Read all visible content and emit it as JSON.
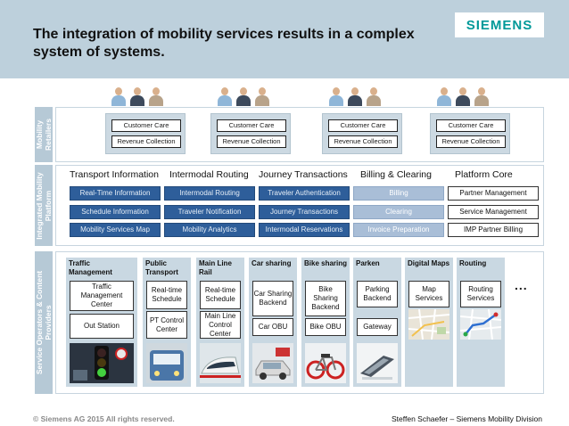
{
  "title": "The integration of mobility services results in a complex system of systems.",
  "brand": "SIEMENS",
  "side_labels": {
    "retailers": "Mobility Retailers",
    "platform": "Integrated Mobility Platform",
    "providers": "Service Operators & Content Providers"
  },
  "retailers": [
    {
      "customer_care": "Customer Care",
      "revenue_collection": "Revenue Collection"
    },
    {
      "customer_care": "Customer Care",
      "revenue_collection": "Revenue Collection"
    },
    {
      "customer_care": "Customer Care",
      "revenue_collection": "Revenue Collection"
    },
    {
      "customer_care": "Customer Care",
      "revenue_collection": "Revenue Collection"
    }
  ],
  "platform": {
    "columns": [
      {
        "heading": "Transport Information",
        "items": [
          "Real-Time Information",
          "Schedule Information",
          "Mobility Services Map"
        ]
      },
      {
        "heading": "Intermodal Routing",
        "items": [
          "Intermodal Routing",
          "Traveler Notification",
          "Mobility Analytics"
        ]
      },
      {
        "heading": "Journey Transactions",
        "items": [
          "Traveler Authentication",
          "Journey Transactions",
          "Intermodal Reservations"
        ]
      },
      {
        "heading": "Billing & Clearing",
        "items": [
          "Billing",
          "Clearing",
          "Invoice Preparation"
        ]
      },
      {
        "heading": "Platform Core",
        "items": [
          "Partner Management",
          "Service Management",
          "IMP Partner Billing"
        ]
      }
    ]
  },
  "providers": [
    {
      "title": "Traffic Management",
      "boxes": [
        "Traffic Management Center",
        "Out Station"
      ]
    },
    {
      "title": "Public Transport",
      "boxes": [
        "Real-time Schedule",
        "PT Control Center"
      ]
    },
    {
      "title": "Main Line Rail",
      "boxes": [
        "Real-time Schedule",
        "Main Line Control Center"
      ]
    },
    {
      "title": "Car sharing",
      "boxes": [
        "Car Sharing Backend",
        "Car OBU"
      ]
    },
    {
      "title": "Bike sharing",
      "boxes": [
        "Bike Sharing Backend",
        "Bike OBU"
      ]
    },
    {
      "title": "Parken",
      "boxes": [
        "Parking Backend",
        "Gateway"
      ]
    },
    {
      "title": "Digital Maps",
      "boxes": [
        "Map Services"
      ]
    },
    {
      "title": "Routing",
      "boxes": [
        "Routing Services"
      ]
    }
  ],
  "ellipsis": "...",
  "footer": {
    "copyright": "© Siemens AG 2015 All rights reserved.",
    "author": "Steffen Schaefer – Siemens Mobility Division"
  },
  "colors": {
    "header_bg": "#bdd0dc",
    "brand_teal": "#009999",
    "platform_dark": "#2e5e9a",
    "platform_light": "#a9bed7",
    "side_label": "#b6c9d6"
  }
}
